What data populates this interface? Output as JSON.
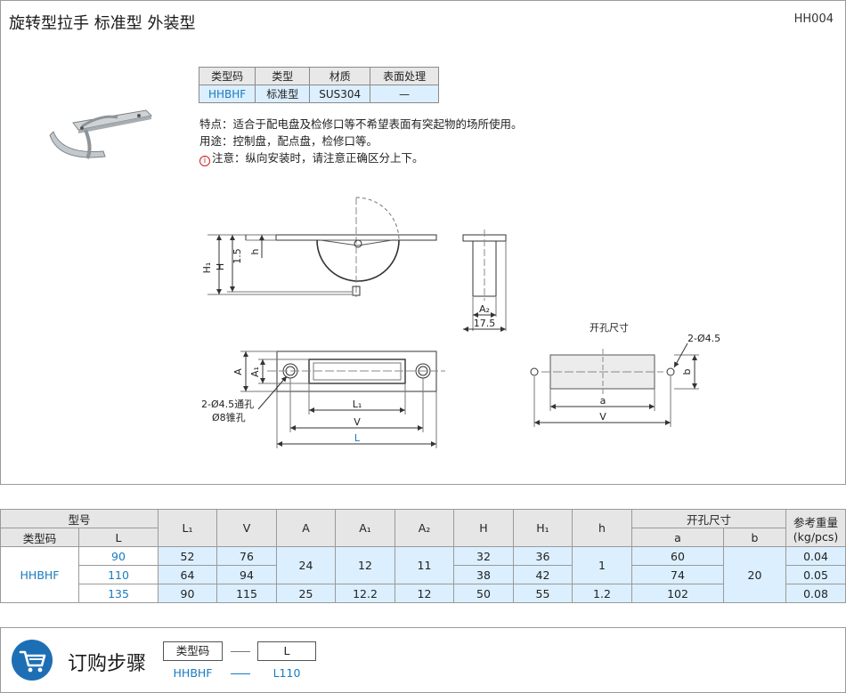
{
  "header": {
    "title": "旋转型拉手  标准型  外装型",
    "code": "HH004"
  },
  "attributes": {
    "headers": [
      "类型码",
      "类型",
      "材质",
      "表面处理"
    ],
    "values": [
      "HHBHF",
      "标准型",
      "SUS304",
      "—"
    ]
  },
  "notes": {
    "feature": "特点：适合于配电盘及检修口等不希望表面有突起物的场所使用。",
    "usage": "用途：控制盘，配点盘，检修口等。",
    "caution": "注意：纵向安装时，请注意正确区分上下。",
    "caution_icon": "i"
  },
  "drawing": {
    "labels": {
      "H1": "H₁",
      "H": "H",
      "d15": "1.5",
      "h": "h",
      "A2": "A₂",
      "d175": "17.5",
      "A": "A",
      "A1": "A₁",
      "L1": "L₁",
      "V": "V",
      "L": "L",
      "hole_callout1": "2-Ø4.5通孔",
      "hole_callout2": "Ø8锥孔",
      "cutout_title": "开孔尺寸",
      "cutout_hole": "2-Ø4.5",
      "cut_a": "a",
      "cut_b": "b",
      "cut_V": "V"
    }
  },
  "spec_table": {
    "group_model": "型号",
    "col_type": "类型码",
    "col_L": "L",
    "cols": [
      "L₁",
      "V",
      "A",
      "A₁",
      "A₂",
      "H",
      "H₁",
      "h"
    ],
    "group_cutout": "开孔尺寸",
    "col_a": "a",
    "col_b": "b",
    "col_weight_1": "参考重量",
    "col_weight_2": "(kg/pcs)",
    "type_code": "HHBHF",
    "rows": [
      {
        "L": "90",
        "L1": "52",
        "V": "76",
        "H": "32",
        "H1": "36",
        "a": "60",
        "weight": "0.04"
      },
      {
        "L": "110",
        "L1": "64",
        "V": "94",
        "H": "38",
        "H1": "42",
        "a": "74",
        "weight": "0.05"
      },
      {
        "L": "135",
        "L1": "90",
        "V": "115",
        "A": "25",
        "A1": "12.2",
        "A2": "12",
        "H": "50",
        "H1": "55",
        "h": "1.2",
        "a": "102",
        "weight": "0.08"
      }
    ],
    "merged": {
      "A": "24",
      "A1": "12",
      "A2": "11",
      "h": "1",
      "b": "20"
    }
  },
  "order": {
    "title": "订购步骤",
    "icon": "shopping-cart-icon",
    "box1": "类型码",
    "box2": "L",
    "val1": "HHBHF",
    "val2": "L110"
  },
  "colors": {
    "accent": "#1a7bbf",
    "header_bg": "#e6e6e6",
    "cell_bg": "#dcefff",
    "cart_bg": "#1c6fb5"
  }
}
